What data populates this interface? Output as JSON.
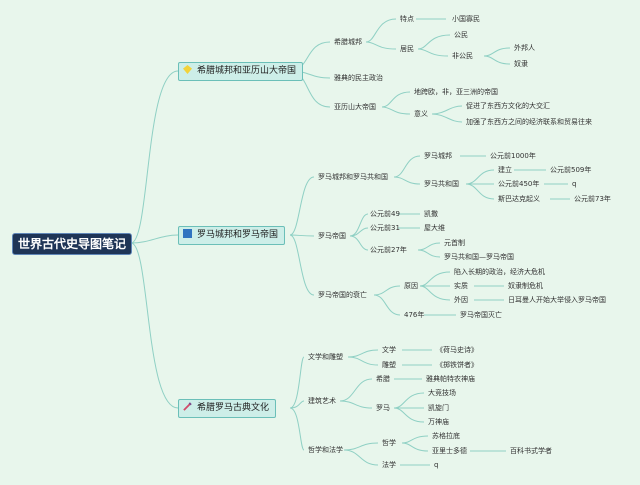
{
  "root": "世界古代史导图笔记",
  "branches": {
    "greece": "希腊城邦和亚历山大帝国",
    "rome": "罗马城邦和罗马帝国",
    "culture": "希腊罗马古典文化"
  },
  "greece": {
    "city_state": "希腊城邦",
    "feature": "特点",
    "small_state": "小国寡民",
    "residents": "居民",
    "citizens": "公民",
    "noncitizens": "非公民",
    "foreigners": "外邦人",
    "slaves": "奴隶",
    "athens": "雅典的民主政治",
    "alexander": "亚历山大帝国",
    "territory": "地跨欧，非，亚三洲的帝国",
    "significance": "意义",
    "sig1": "促进了东西方文化的大交汇",
    "sig2": "加强了东西方之间的经济联系和贸易往来"
  },
  "rome": {
    "city_republic": "罗马城邦和罗马共和国",
    "city": "罗马城邦",
    "city_date": "公元前1000年",
    "republic": "罗马共和国",
    "founded": "建立",
    "founded_date": "公元前509年",
    "bc450": "公元前450年",
    "q1": "q",
    "spartacus": "斯巴达克起义",
    "spartacus_date": "公元前73年",
    "empire": "罗马帝国",
    "bc49": "公元前49",
    "caesar": "凯撒",
    "bc31": "公元前31",
    "octavian": "屋大维",
    "bc27": "公元前27年",
    "principate": "元首制",
    "rep_to_emp": "罗马共和国—罗马帝国",
    "decline": "罗马帝国的衰亡",
    "causes": "原因",
    "politics": "陷入长期的政治，经济大危机",
    "essence": "实质",
    "slave_crisis": "奴隶制危机",
    "external": "外因",
    "germanic": "日耳曼人开始大举侵入罗马帝国",
    "ad476": "476年",
    "fall": "罗马帝国灭亡"
  },
  "culture": {
    "lit_sculpt": "文学和雕塑",
    "literature": "文学",
    "homer": "《荷马史诗》",
    "sculpture": "雕塑",
    "discobolus": "《掷铁饼者》",
    "architecture": "建筑艺术",
    "greece": "希腊",
    "parthenon": "雅典帕特农神庙",
    "rome": "罗马",
    "colosseum": "大竞技场",
    "arch": "凯旋门",
    "pantheon": "万神庙",
    "phil_law": "哲学和法学",
    "philosophy": "哲学",
    "socrates": "苏格拉底",
    "aristotle": "亚里士多德",
    "encyclopedist": "百科书式学者",
    "law": "法学",
    "q2": "q"
  },
  "colors": {
    "root_bg": "#1f3557",
    "branch_bg": "#cdeee8",
    "line": "#8fd0c4",
    "background": "#e8f6ec"
  },
  "icons": {
    "greece": "yellow-gem-icon",
    "rome": "blue-square-icon",
    "culture": "pen-icon"
  }
}
